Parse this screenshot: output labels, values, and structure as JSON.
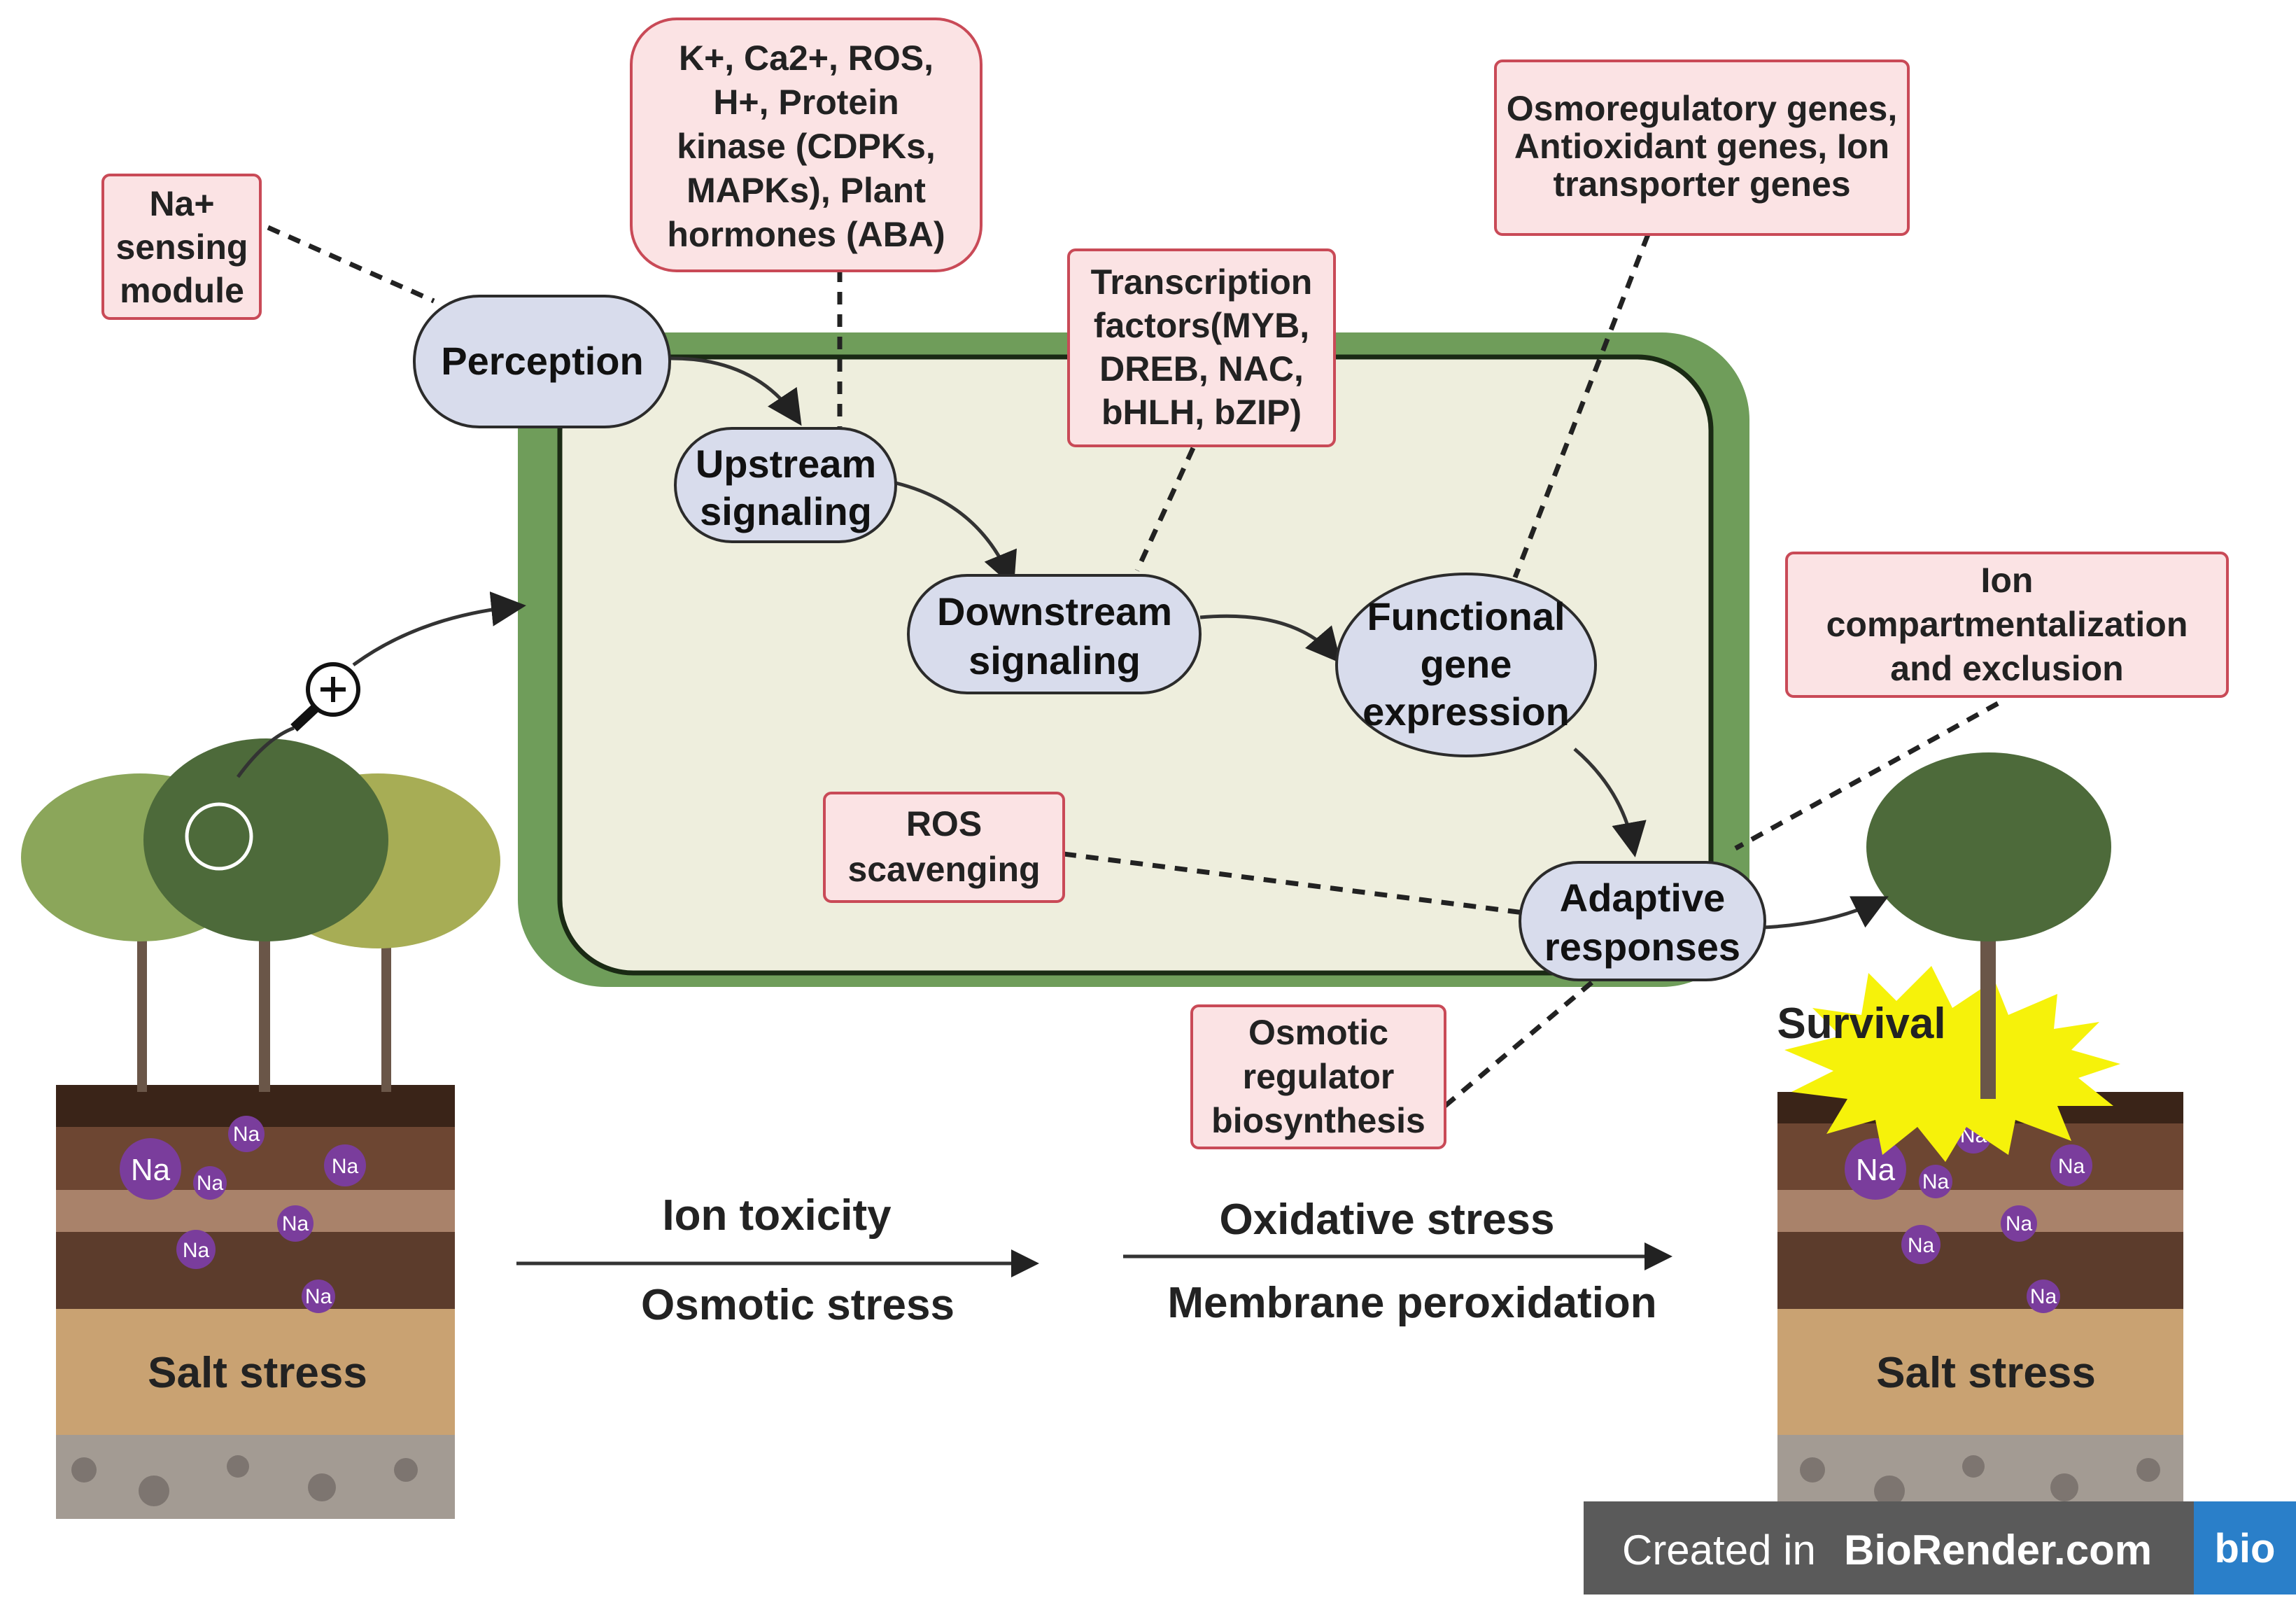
{
  "title": "",
  "stages": {
    "perception": [
      "Perception"
    ],
    "upstream": [
      "Upstream",
      "signaling"
    ],
    "downstream": [
      "Downstream",
      "signaling"
    ],
    "functional": [
      "Functional",
      "gene",
      "expression"
    ],
    "adaptive": [
      "Adaptive",
      "responses"
    ]
  },
  "labels": {
    "na_sensing": [
      "Na+",
      "sensing",
      "module"
    ],
    "ions_signals": [
      "K+, Ca2+, ROS,",
      "H+,  Protein",
      "kinase (CDPKs,",
      "MAPKs), Plant",
      "hormones (ABA)"
    ],
    "transcription_factors": [
      "Transcription",
      "factors(MYB,",
      "DREB,  NAC,",
      "bHLH, bZIP)"
    ],
    "genes": [
      "Osmoregulatory genes,",
      "Antioxidant genes, Ion",
      "transporter genes"
    ],
    "ion_compartment": [
      "Ion",
      "compartmentalization",
      "and exclusion"
    ],
    "ros_scavenging": [
      "ROS",
      "scavenging"
    ],
    "osmotic_regulator": [
      "Osmotic",
      "regulator",
      "biosynthesis"
    ]
  },
  "effects": {
    "ion_toxicity": "Ion toxicity",
    "osmotic_stress": "Osmotic stress",
    "oxidative_stress": "Oxidative stress",
    "membrane_peroxidation": "Membrane peroxidation"
  },
  "soil_left": {
    "label": "Salt stress",
    "ion": "Na"
  },
  "soil_right": {
    "label": "Salt stress",
    "ion": "Na"
  },
  "survival": "Survival",
  "watermark": {
    "text_prefix": "Created in ",
    "text_brand": "BioRender.com",
    "logo": "bio"
  },
  "colors": {
    "cell_wall": "#6f9d5a",
    "cytoplasm": "#eeeedd",
    "node_fill": "#d8dcec",
    "label_fill": "#fbe3e4",
    "label_stroke": "#c94a57",
    "sodium": "#7a3d9c",
    "burst": "#f6f20a"
  }
}
